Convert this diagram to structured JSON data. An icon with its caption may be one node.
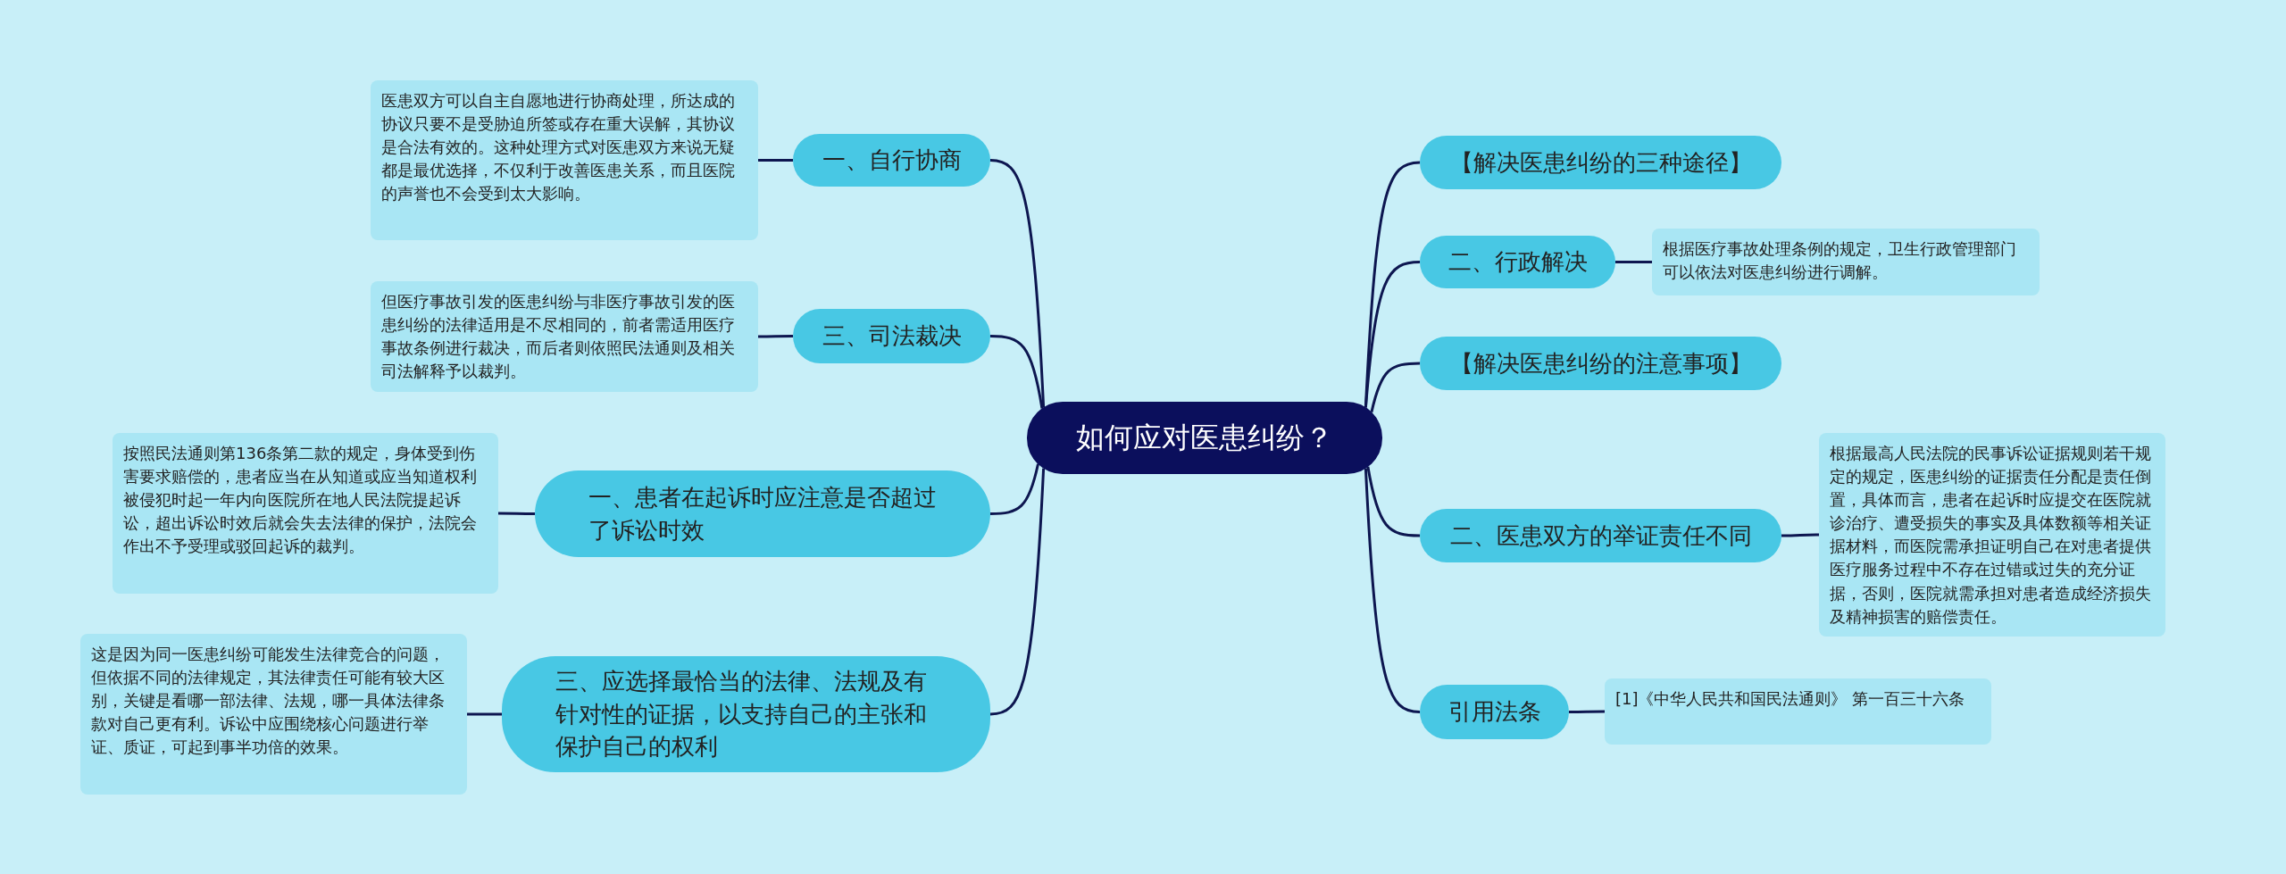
{
  "diagram": {
    "nodes": [
      {
        "text": [
          "如何应对医患纠纷？"
        ]
      },
      {
        "text": [
          "一、自行协商"
        ]
      },
      {
        "text": [
          "医患双方可以自主自愿地进行协商处理，所达成的协议只要不是受胁迫所签或存在重大误解，其协议是合法有效的。这种处理方式对医患双方来说无疑都是最优选择，不仅利于改善医患关系，而且医院的声誉也不会受到太大影响。"
        ]
      },
      {
        "text": [
          "三、司法裁决"
        ]
      },
      {
        "text": [
          "但医疗事故引发的医患纠纷与非医疗事故引发的医患纠纷的法律适用是不尽相同的，前者需适用医疗事故条例进行裁决，而后者则依照民法通则及相关司法解释予以裁判。"
        ]
      },
      {
        "text": [
          "一、患者在起诉时应注意是否超过了诉讼时效"
        ]
      },
      {
        "text": [
          "按照民法通则第136条第二款的规定，身体受到伤害要求赔偿的，患者应当在从知道或应当知道权利被侵犯时起一年内向医院所在地人民法院提起诉讼，超出诉讼时效后就会失去法律的保护，法院会作出不予受理或驳回起诉的裁判。"
        ]
      },
      {
        "text": [
          "三、应选择最恰当的法律、法规及有针对性的证据，以支持自己的主张和保护自己的权利"
        ]
      },
      {
        "text": [
          "这是因为同一医患纠纷可能发生法律竞合的问题，但依据不同的法律规定，其法律责任可能有较大区别，关键是看哪一部法律、法规，哪一具体法律条款对自己更有利。诉讼中应围绕核心问题进行举证、质证，可起到事半功倍的效果。"
        ]
      },
      {
        "text": [
          "【解决医患纠纷的三种途径】"
        ]
      },
      {
        "text": [
          "二、行政解决"
        ]
      },
      {
        "text": [
          "根据医疗事故处理条例的规定，卫生行政管理部门可以依法对医患纠纷进行调解。"
        ]
      },
      {
        "text": [
          "【解决医患纠纷的注意事项】"
        ]
      },
      {
        "text": [
          "二、医患双方的举证责任不同"
        ]
      },
      {
        "text": [
          "根据最高人民法院的民事诉讼证据规则若干规定的规定，医患纠纷的证据责任分配是责任倒置，具体而言，患者在起诉时应提交在医院就诊治疗、遭受损失的事实及具体数额等相关证据材料，而医院需承担证明自己在对患者提供医疗服务过程中不存在过错或过失的充分证据，否则，医院就需承担对患者造成经济损失及精神损害的赔偿责任。"
        ]
      },
      {
        "text": [
          "引用法条"
        ]
      },
      {
        "text": [
          "[1]《中华人民共和国民法通则》 第一百三十六条"
        ]
      }
    ],
    "edges": [
      {
        "from": 0,
        "to": 1,
        "arrow": "none"
      },
      {
        "from": 1,
        "to": 2,
        "arrow": "none"
      },
      {
        "from": 0,
        "to": 3,
        "arrow": "none"
      },
      {
        "from": 3,
        "to": 4,
        "arrow": "none"
      },
      {
        "from": 0,
        "to": 5,
        "arrow": "none"
      },
      {
        "from": 5,
        "to": 6,
        "arrow": "none"
      },
      {
        "from": 0,
        "to": 7,
        "arrow": "none"
      },
      {
        "from": 7,
        "to": 8,
        "arrow": "none"
      },
      {
        "from": 0,
        "to": 9,
        "arrow": "none"
      },
      {
        "from": 0,
        "to": 10,
        "arrow": "none"
      },
      {
        "from": 10,
        "to": 11,
        "arrow": "none"
      },
      {
        "from": 0,
        "to": 12,
        "arrow": "none"
      },
      {
        "from": 0,
        "to": 13,
        "arrow": "none"
      },
      {
        "from": 13,
        "to": 14,
        "arrow": "none"
      },
      {
        "from": 0,
        "to": 15,
        "arrow": "none"
      },
      {
        "from": 15,
        "to": 16,
        "arrow": "none"
      }
    ]
  }
}
